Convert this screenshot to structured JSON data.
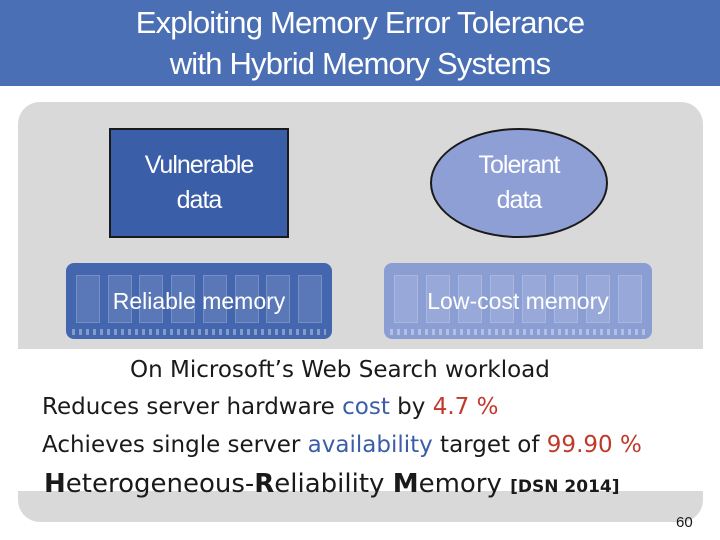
{
  "title": {
    "line1": "Exploiting Memory Error Tolerance",
    "line2": "with Hybrid Memory Systems"
  },
  "diagram": {
    "vulnerable": {
      "line1": "Vulnerable",
      "line2": "data"
    },
    "tolerant": {
      "line1": "Tolerant",
      "line2": "data"
    },
    "reliable_memory": "Reliable memory",
    "lowcost_memory": "Low-cost memory"
  },
  "results": {
    "line1": "On Microsoft’s Web Search workload",
    "line2": {
      "prefix": "Reduces server hardware ",
      "highlight": "cost",
      "mid": " by ",
      "value": "4.7 %"
    },
    "line3": {
      "prefix": "Achieves single server ",
      "highlight": "availability",
      "mid": " target of ",
      "value": "99.90 %"
    },
    "line4": {
      "h": "H",
      "h_rest": "eterogeneous-",
      "r": "R",
      "r_rest": "eliability ",
      "m": "M",
      "m_rest": "emory ",
      "cite": "[DSN 2014]"
    }
  },
  "colors": {
    "title_bg": "#4a6fb5",
    "panel_bg": "#d9d9d9",
    "reliable": "#4466ae",
    "lowcost": "#8a9ed4",
    "highlight": "#3b5ea8",
    "value": "#c0392b"
  },
  "page_number": "60"
}
